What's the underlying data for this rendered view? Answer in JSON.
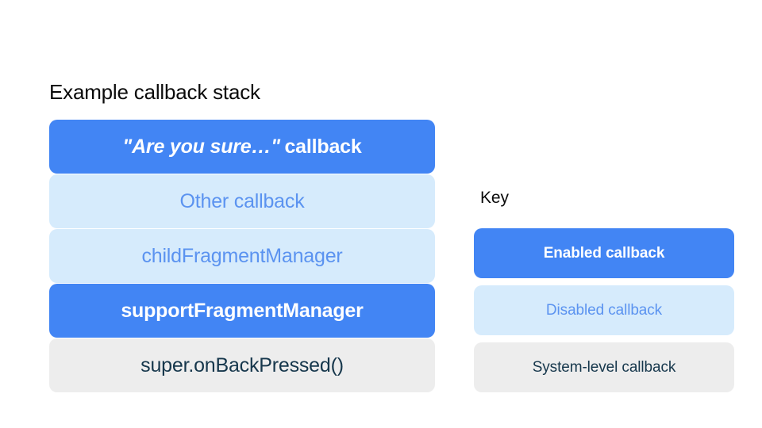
{
  "palette": {
    "background": "#ffffff",
    "enabled_fill": "#4285f4",
    "enabled_text": "#ffffff",
    "disabled_fill": "#d6ebfc",
    "disabled_text": "#5b93f0",
    "system_fill": "#ededed",
    "system_text": "#16374c",
    "heading_text": "#0b0b0b"
  },
  "stack": {
    "title": "Example callback stack",
    "items": [
      {
        "quoted": "\"Are you sure…\"",
        "label": "callback",
        "state": "enabled"
      },
      {
        "quoted": "",
        "label": "Other callback",
        "state": "disabled"
      },
      {
        "quoted": "",
        "label": "childFragmentManager",
        "state": "disabled"
      },
      {
        "quoted": "",
        "label": "supportFragmentManager",
        "state": "enabled"
      },
      {
        "quoted": "",
        "label": "super.onBackPressed()",
        "state": "system"
      }
    ]
  },
  "key": {
    "title": "Key",
    "items": [
      {
        "label": "Enabled callback",
        "state": "enabled"
      },
      {
        "label": "Disabled callback",
        "state": "disabled"
      },
      {
        "label": "System-level callback",
        "state": "system"
      }
    ]
  }
}
